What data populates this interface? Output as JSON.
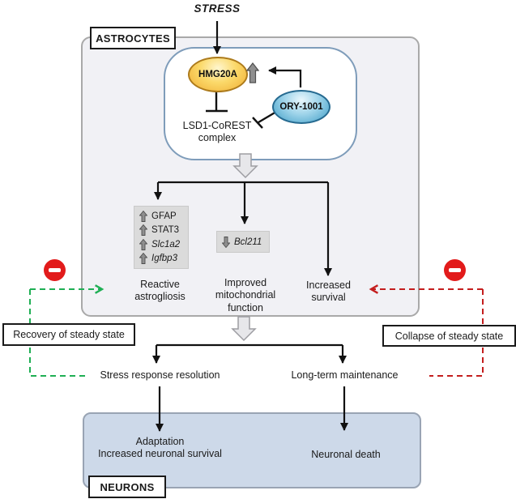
{
  "stress_label": "STRESS",
  "astrocytes": {
    "region_label": "ASTROCYTES",
    "signaling": {
      "hmg20a": "HMG20A",
      "ory1001": "ORY-1001",
      "lsd1_complex": "LSD1-CoREST\ncomplex"
    },
    "upregulated_genes": [
      "GFAP",
      "STAT3",
      "Slc1a2",
      "Igfbp3"
    ],
    "downregulated_gene": "Bcl211",
    "outcomes": {
      "reactive": "Reactive\nastrogliosis",
      "mitochondrial": "Improved\nmitochondrial\nfunction",
      "survival": "Increased\nsurvival"
    }
  },
  "feedback": {
    "recovery_label": "Recovery of steady state",
    "collapse_label": "Collapse of steady state"
  },
  "pathways": {
    "resolution_label": "Stress response resolution",
    "maintenance_label": "Long-term maintenance",
    "adaptation_result": "Adaptation\nIncreased neuronal survival",
    "death_result": "Neuronal death"
  },
  "neurons": {
    "region_label": "NEURONS"
  },
  "icons": {
    "up-arrow-icon": "solid gray block arrow pointing up",
    "down-arrow-icon": "solid gray block arrow pointing down",
    "no-entry-icon": "red circle with white minus bar",
    "flow-arrow-icon": "thick light-gray outlined arrow pointing down"
  },
  "colors": {
    "green_feedback": "#1faf54",
    "red_feedback": "#c41e1e",
    "no_entry_red": "#e21b1b",
    "hmg20a_border": "#ad7b1c",
    "ory_border": "#266a90",
    "astrocyte_box": "#f1f1f5",
    "neuron_box": "#cdd9e9",
    "gene_box": "#dbdbdb"
  }
}
